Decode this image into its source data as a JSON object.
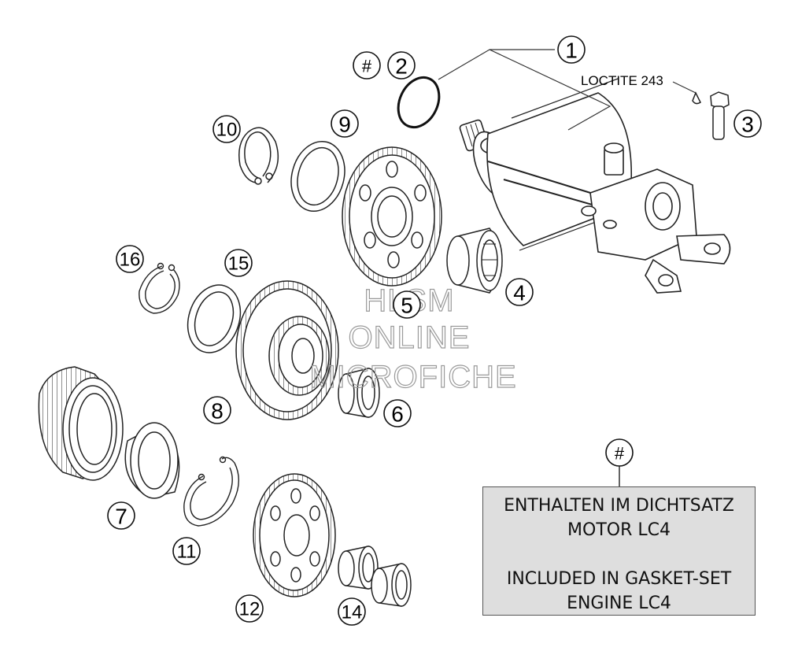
{
  "callouts": {
    "c1": "1",
    "c2": "2",
    "c3": "3",
    "c4": "4",
    "c5": "5",
    "c6": "6",
    "c7": "7",
    "c8": "8",
    "c9": "9",
    "c10": "10",
    "c11": "11",
    "c12": "12",
    "c14": "14",
    "c15": "15",
    "c16": "16",
    "hash_top": "#",
    "hash_note": "#"
  },
  "loctite_label": "LOCTITE 243",
  "watermark": {
    "line1": "HLSM",
    "line2": "ONLINE",
    "line3": "MICROFICHE"
  },
  "note": {
    "line1": "ENTHALTEN IM DICHTSATZ",
    "line2": "MOTOR LC4",
    "line3": "INCLUDED IN GASKET-SET",
    "line4": "ENGINE LC4"
  }
}
